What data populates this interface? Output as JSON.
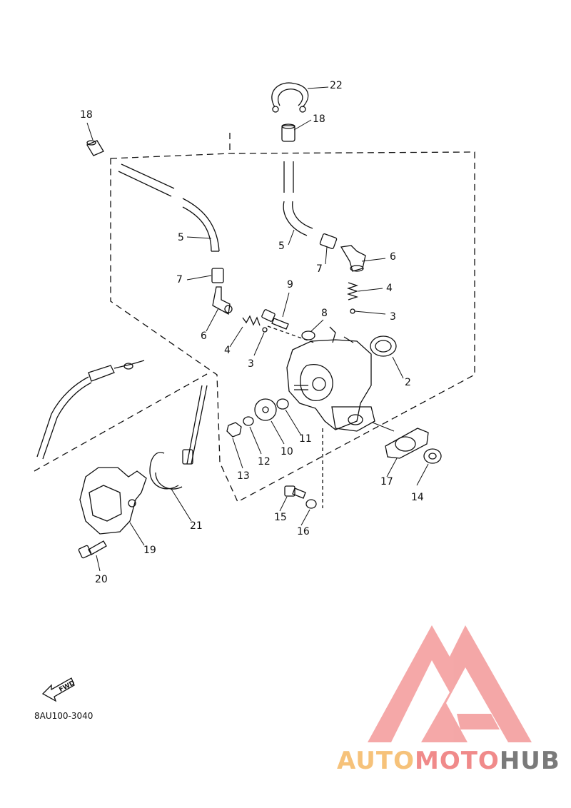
{
  "callouts": [
    {
      "id": "c22",
      "text": "22"
    },
    {
      "id": "c18a",
      "text": "18"
    },
    {
      "id": "c18b",
      "text": "18"
    },
    {
      "id": "c5a",
      "text": "5"
    },
    {
      "id": "c5b",
      "text": "5"
    },
    {
      "id": "c7a",
      "text": "7"
    },
    {
      "id": "c7b",
      "text": "7"
    },
    {
      "id": "c6a",
      "text": "6"
    },
    {
      "id": "c6b",
      "text": "6"
    },
    {
      "id": "c4a",
      "text": "4"
    },
    {
      "id": "c4b",
      "text": "4"
    },
    {
      "id": "c3a",
      "text": "3"
    },
    {
      "id": "c3b",
      "text": "3"
    },
    {
      "id": "c9",
      "text": "9"
    },
    {
      "id": "c8",
      "text": "8"
    },
    {
      "id": "c2",
      "text": "2"
    },
    {
      "id": "c10",
      "text": "10"
    },
    {
      "id": "c11",
      "text": "11"
    },
    {
      "id": "c12",
      "text": "12"
    },
    {
      "id": "c13",
      "text": "13"
    },
    {
      "id": "c14",
      "text": "14"
    },
    {
      "id": "c15",
      "text": "15"
    },
    {
      "id": "c16",
      "text": "16"
    },
    {
      "id": "c17",
      "text": "17"
    },
    {
      "id": "c19",
      "text": "19"
    },
    {
      "id": "c20",
      "text": "20"
    },
    {
      "id": "c21",
      "text": "21"
    }
  ],
  "fwd_label": "FWD",
  "diagram_code": "8AU100-3040",
  "watermark": {
    "part1": "AUTO",
    "part2": "MOTO",
    "part3": "HUB",
    "colors": {
      "orange": "#f6c27a",
      "pink": "#f08a8a",
      "gray": "#7a7a7a",
      "logo": "#f4a3a3"
    }
  }
}
